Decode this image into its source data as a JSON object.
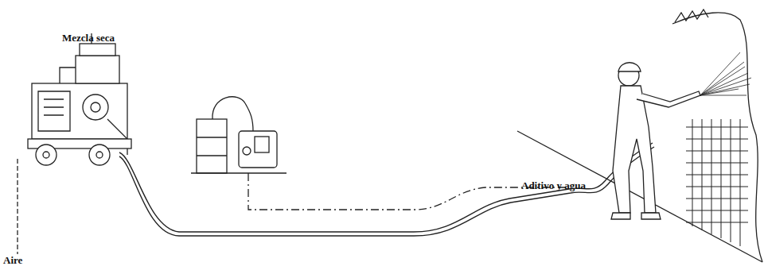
{
  "diagram": {
    "labels": [
      "Mezcla seca",
      "Aditivo y agua",
      "Aire"
    ]
  }
}
